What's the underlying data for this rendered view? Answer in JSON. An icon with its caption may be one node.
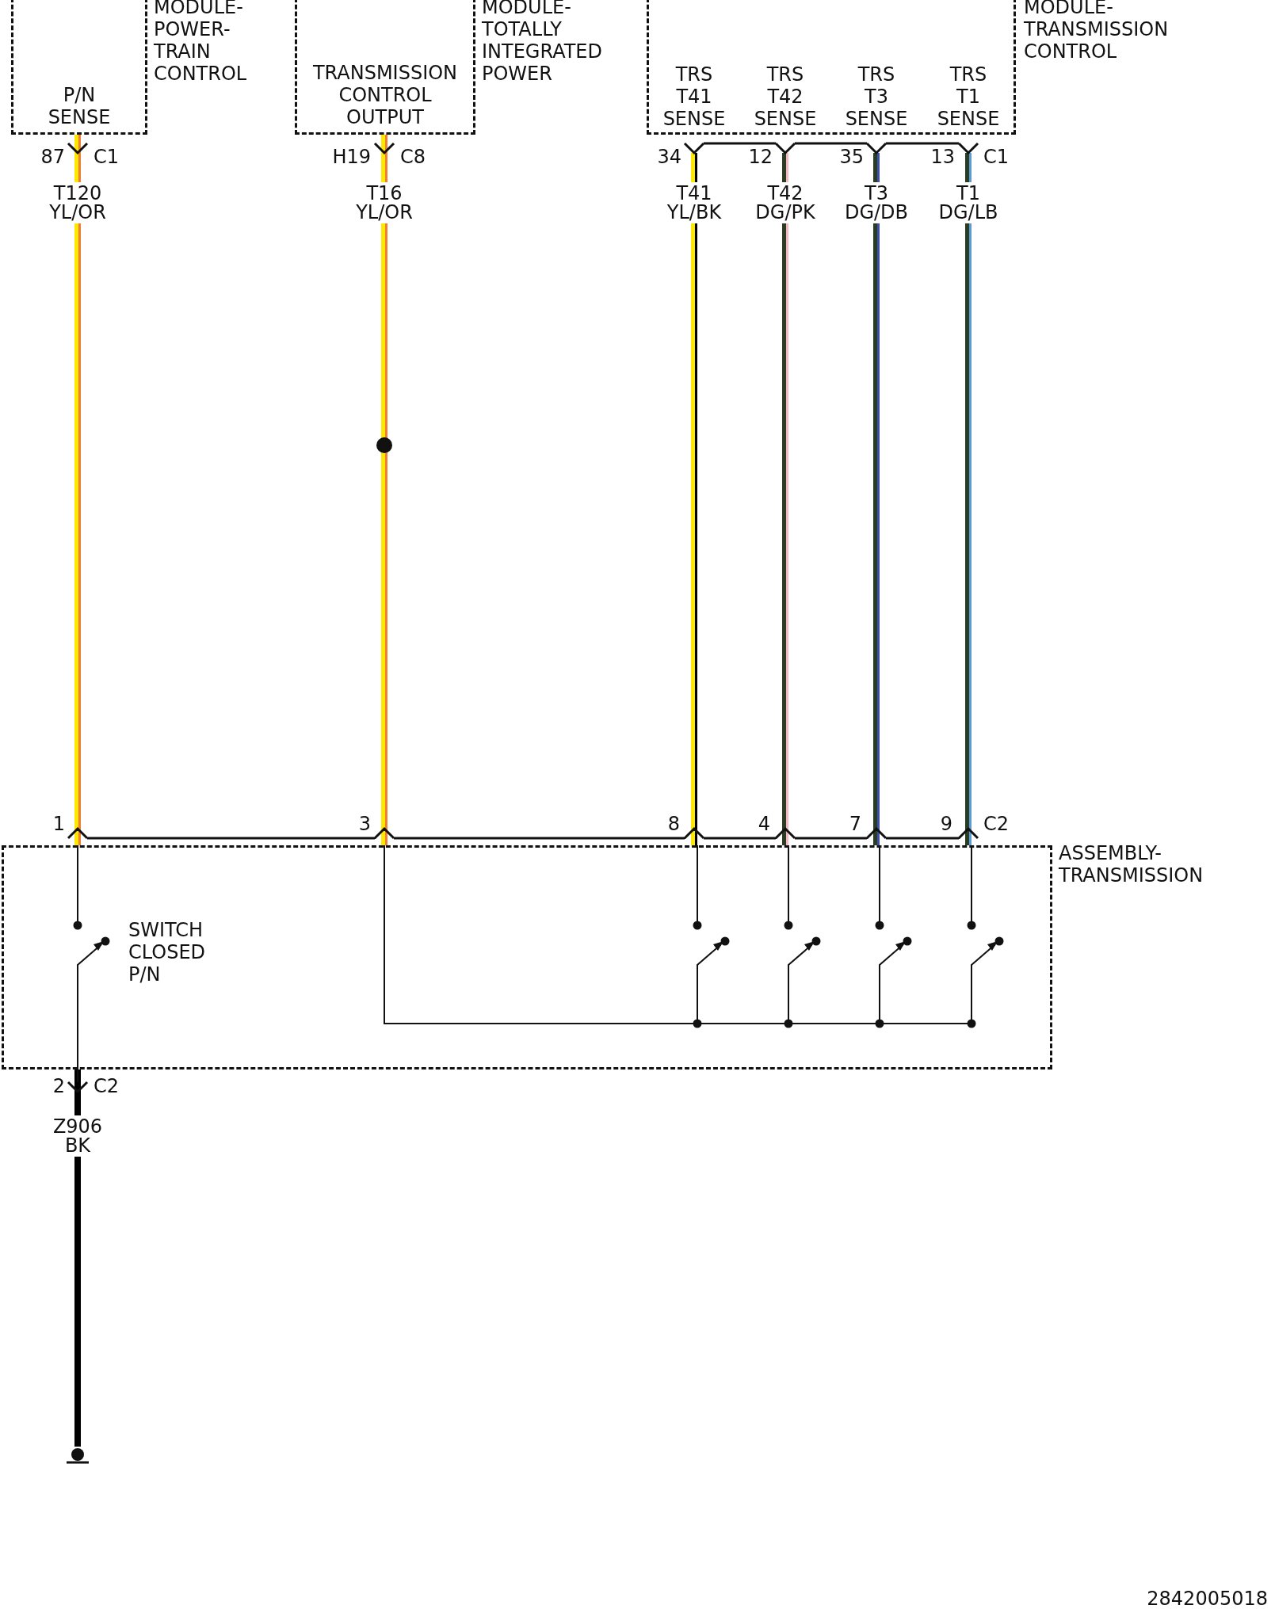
{
  "diagram": {
    "nodes": [
      {
        "text": [
          "MODULE- POWER- TRAIN CONTROL",
          "P/N SENSE"
        ]
      },
      {
        "text": [
          "MODULE- TOTALLY INTEGRATED POWER",
          "TRANSMISSION CONTROL OUTPUT"
        ]
      },
      {
        "text": [
          "MODULE- TRANSMISSION CONTROL"
        ]
      },
      {
        "text": [
          "TRS T41 SENSE"
        ],
        "in": 2
      },
      {
        "text": [
          "TRS T42 SENSE"
        ],
        "in": 2
      },
      {
        "text": [
          "TRS T3 SENSE"
        ],
        "in": 2
      },
      {
        "text": [
          "TRS T1 SENSE"
        ],
        "in": 2
      },
      {
        "text": [
          "ASSEMBLY- TRANSMISSION"
        ]
      },
      {
        "text": [],
        "shape": "ground"
      }
    ],
    "edges": [
      {
        "from": 0,
        "to": 7,
        "arrow": "none",
        "label": "T120 YL/OR",
        "color": "#ffe800"
      },
      {
        "from": 1,
        "to": 7,
        "arrow": "none",
        "label": "T16 YL/OR",
        "color": "#ffe800"
      },
      {
        "from": 3,
        "to": 7,
        "arrow": "none",
        "label": "T41 YL/BK",
        "color": "#ffe800"
      },
      {
        "from": 4,
        "to": 7,
        "arrow": "none",
        "label": "T42 DG/PK",
        "color": "#2a3d22"
      },
      {
        "from": 5,
        "to": 7,
        "arrow": "none",
        "label": "T3 DG/DB",
        "color": "#2a3d22"
      },
      {
        "from": 6,
        "to": 7,
        "arrow": "none",
        "label": "T1 DG/LB",
        "color": "#2a3d22"
      },
      {
        "from": 7,
        "to": 8,
        "arrow": "none",
        "label": "Z906 BK",
        "color": "#000000"
      }
    ],
    "labels": [
      "87",
      "C1",
      "H19",
      "C8",
      "34",
      "12",
      "35",
      "13",
      "C1",
      "1",
      "3",
      "8",
      "4",
      "7",
      "9",
      "C2",
      "SWITCH CLOSED P/N",
      "2",
      "C2",
      "2842005018"
    ]
  }
}
